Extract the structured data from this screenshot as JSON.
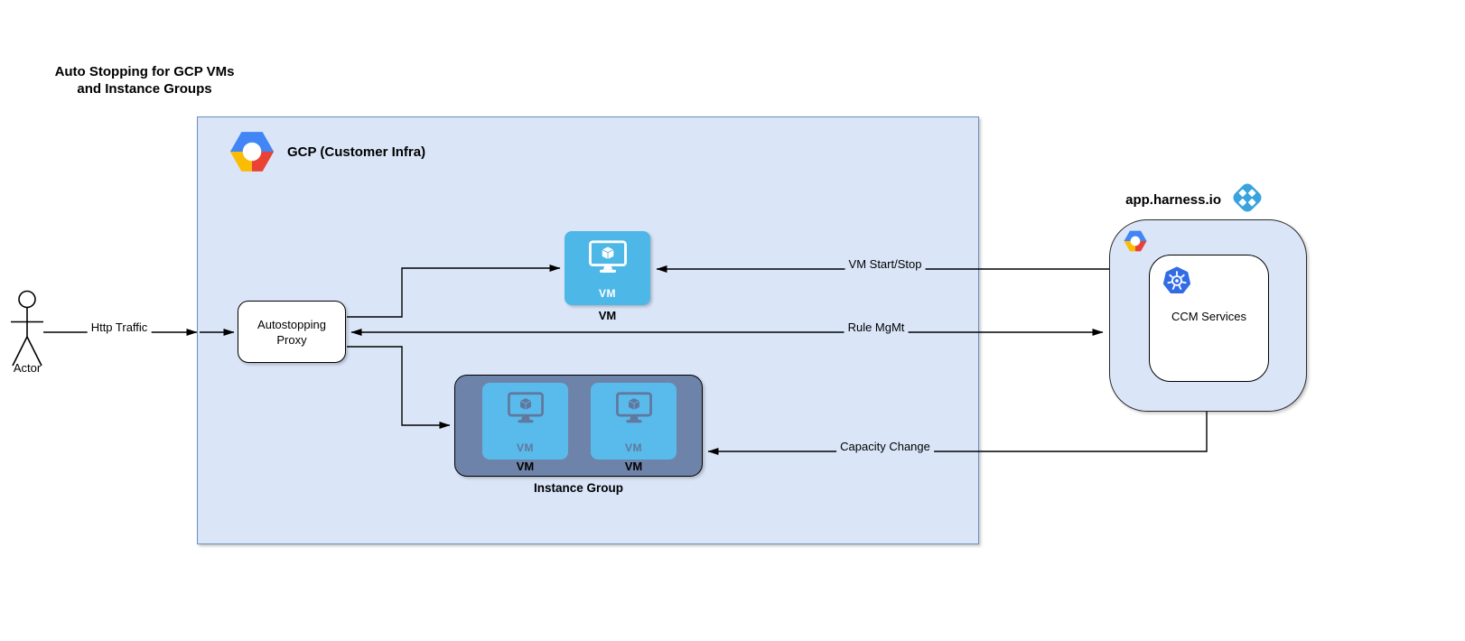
{
  "title": {
    "line1": "Auto Stopping for GCP VMs",
    "line2": "and Instance Groups"
  },
  "actor": {
    "label": "Actor"
  },
  "gcp_box": {
    "label": "GCP (Customer Infra)"
  },
  "proxy": {
    "line1": "Autostopping",
    "line2": "Proxy"
  },
  "vm": {
    "icon_label": "VM",
    "label": "VM"
  },
  "instance_group": {
    "label": "Instance Group",
    "vms": [
      {
        "icon_label": "VM",
        "label": "VM"
      },
      {
        "icon_label": "VM",
        "label": "VM"
      }
    ]
  },
  "harness": {
    "label": "app.harness.io",
    "ccm_label": "CCM Services"
  },
  "edges": {
    "http_traffic": "Http Traffic",
    "vm_start_stop": "VM Start/Stop",
    "rule_mgmt": "Rule MgMt",
    "capacity_change": "Capacity Change"
  },
  "icons": {
    "gcp_logo": "hexagon blue/red/yellow with white circle",
    "harness_logo": "blue rounded diamond with four white diamonds",
    "kubernetes": "blue heptagon with white helm wheel",
    "vm_monitor": "monitor screen with 3d cube",
    "actor_figure": "uml stick figure"
  },
  "colors": {
    "box_fill": "#dae6f8",
    "box_border": "#6c8ebf",
    "vm_blue": "#4db7e8",
    "group_inner_blue": "#58bbeb",
    "group_slate": "#6e83a9",
    "k8s_blue": "#326ce5",
    "harness_blue": "#38a3df",
    "gcp_blue": "#4285f4",
    "gcp_red": "#ea4335",
    "gcp_yellow": "#fbbc05",
    "line": "#000000"
  }
}
